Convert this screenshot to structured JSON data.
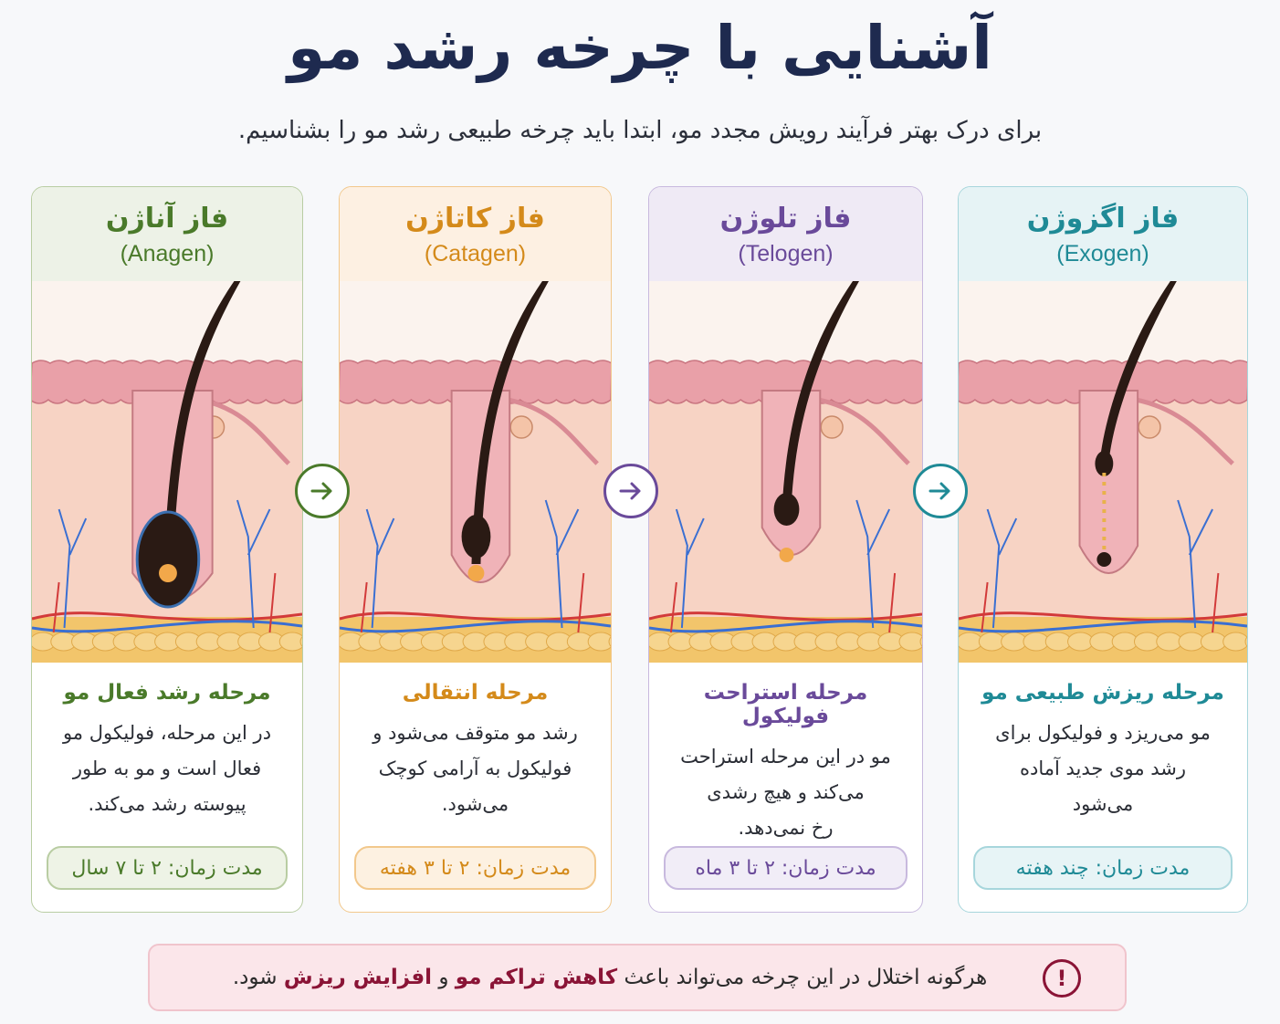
{
  "title": "آشنایی با چرخه رشد مو",
  "subtitle": "برای درک بهتر فرآیند رویش مجدد مو، ابتدا باید چرخه طبیعی رشد مو را بشناسیم.",
  "phases": [
    {
      "name": "فاز آناژن",
      "latin": "(Anagen)",
      "stage_title": "مرحله رشد فعال مو",
      "desc_lines": [
        "در این مرحله، فولیکول مو",
        "فعال است و مو به طور",
        "پیوسته رشد می‌کند."
      ],
      "duration": "مدت زمان: ۲ تا ۷ سال",
      "accent": "#4a7a2a",
      "head_bg": "#edf2e7",
      "pill_bg": "#eef3e6",
      "pill_border": "#b9cda3",
      "bulb": "large"
    },
    {
      "name": "فاز کاتاژن",
      "latin": "(Catagen)",
      "stage_title": "مرحله انتقالی",
      "desc_lines": [
        "رشد مو متوقف می‌شود و",
        "فولیکول به آرامی کوچک",
        "می‌شود."
      ],
      "duration": "مدت زمان: ۲ تا ۳ هفته",
      "accent": "#d48a1a",
      "head_bg": "#fdf0e2",
      "pill_bg": "#fdf1e1",
      "pill_border": "#f2c88c",
      "bulb": "medium"
    },
    {
      "name": "فاز تلوژن",
      "latin": "(Telogen)",
      "stage_title": "مرحله استراحت فولیکول",
      "desc_lines": [
        "مو در این مرحله استراحت",
        "می‌کند و هیچ رشدی",
        "رخ نمی‌دهد."
      ],
      "duration": "مدت زمان: ۲ تا ۳ ماه",
      "accent": "#6a4a9a",
      "head_bg": "#efeaf5",
      "pill_bg": "#f1edf7",
      "pill_border": "#c8b9de",
      "bulb": "club"
    },
    {
      "name": "فاز اگزوژن",
      "latin": "(Exogen)",
      "stage_title": "مرحله ریزش طبیعی مو",
      "desc_lines": [
        "مو می‌ریزد و فولیکول برای",
        "رشد موی جدید آماده",
        "می‌شود"
      ],
      "duration": "مدت زمان: چند هفته",
      "accent": "#1f8a96",
      "head_bg": "#e6f3f5",
      "pill_bg": "#e7f4f6",
      "pill_border": "#a7d6dc",
      "bulb": "shed"
    }
  ],
  "warning": {
    "prefix": "هرگونه اختلال در این چرخه می‌تواند باعث",
    "bold1": "کاهش تراکم مو",
    "middle": "و",
    "bold2": "افزایش ریزش",
    "suffix": "شود.",
    "icon_symbol": "!"
  },
  "colors": {
    "arrow1": "#4a7a2a",
    "arrow2": "#6a4a9a",
    "arrow3": "#1f8a96",
    "skin_top": "#e9a0a8",
    "dermis": "#f7d3c4",
    "fat": "#f2c56b",
    "hair": "#2a1a14"
  }
}
